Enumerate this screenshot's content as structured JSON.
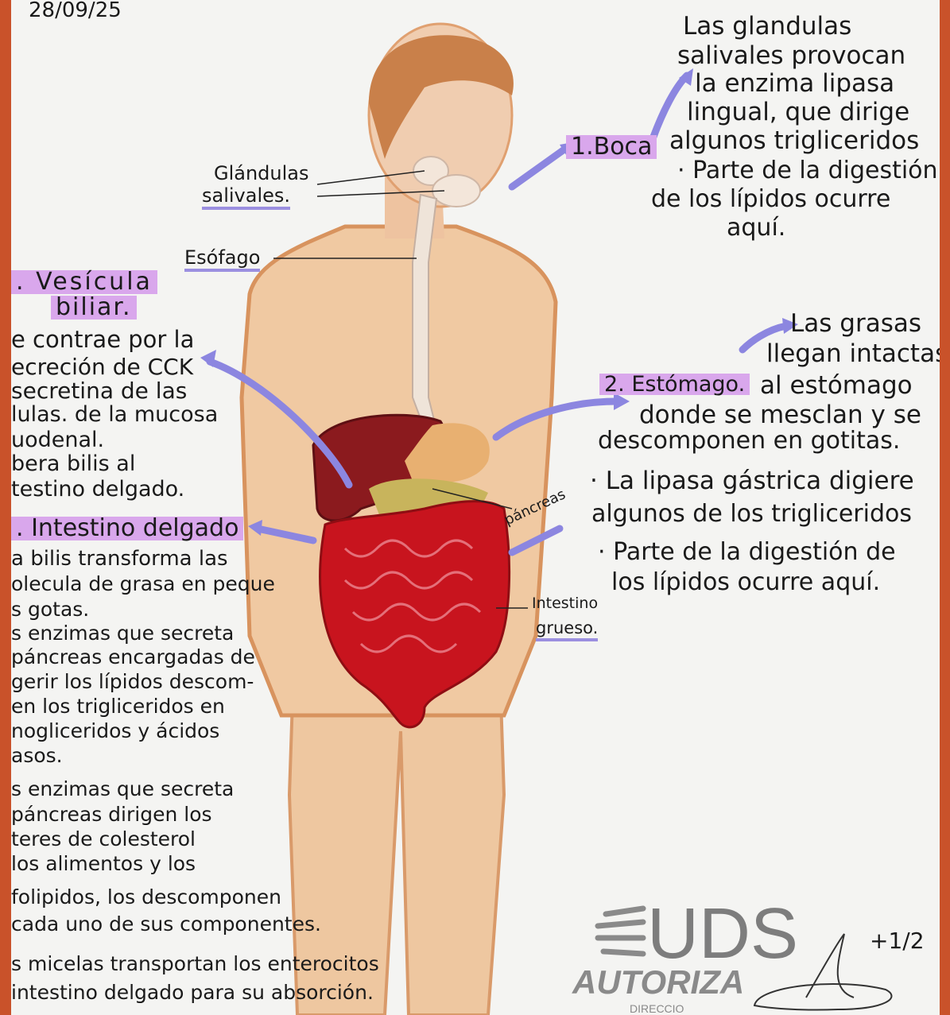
{
  "date": "28/09/25",
  "labels": {
    "glandulas": "Glándulas",
    "salivales": "salivales.",
    "esofago": "Esófago",
    "pancreas": "páncreas",
    "intestino_grueso_1": "Intestino",
    "intestino_grueso_2": "grueso."
  },
  "boca": {
    "heading": "1.Boca",
    "text": [
      "Las glandulas",
      "salivales provocan",
      "la enzima lipasa",
      "lingual, que dirige",
      "algunos trigliceridos",
      "· Parte de la digestión",
      "de los lípidos ocurre",
      "aquí."
    ]
  },
  "estomago": {
    "heading": "2. Estómago.",
    "text": [
      "Las grasas",
      "llegan intactas",
      "al estómago",
      "donde se mesclan y se",
      "descomponen en gotitas.",
      "· La lipasa gástrica digiere",
      "algunos de los trigliceridos",
      "· Parte de la digestión de",
      "los lípidos ocurre aquí."
    ]
  },
  "vesicula": {
    "heading_1": ". Vesícula",
    "heading_2": "biliar.",
    "text": [
      "e contrae por la",
      "ecreción de CCK",
      "secretina de las",
      "lulas. de la mucosa",
      "uodenal.",
      "bera bilis al",
      "testino delgado."
    ]
  },
  "intestino_delgado": {
    "heading": ". Intestino delgado",
    "text": [
      "a bilis transforma las",
      "olecula de grasa en peque",
      "s gotas.",
      "s enzimas que secreta",
      "páncreas encargadas de",
      "gerir los lípidos descom-",
      "en los trigliceridos en",
      "nogliceridos y ácidos",
      "asos.",
      "s enzimas que secreta",
      "páncreas dirigen los",
      "teres de colesterol",
      "los alimentos y los",
      "folipidos, los descomponen",
      "cada uno de sus componentes.",
      "s micelas transportan los enterocitos",
      "intestino delgado para su absorción."
    ]
  },
  "stamp": {
    "logo": "UDS",
    "text": "AUTORIZA",
    "sub": "DIRECCIO"
  },
  "grade": "+1/2",
  "colors": {
    "paper": "#f4f4f2",
    "highlight": "#d9a7ec",
    "arrow": "#8c86e0",
    "skin": "#eec7a0",
    "liver": "#8b1a1e",
    "intestine": "#c8141e"
  }
}
